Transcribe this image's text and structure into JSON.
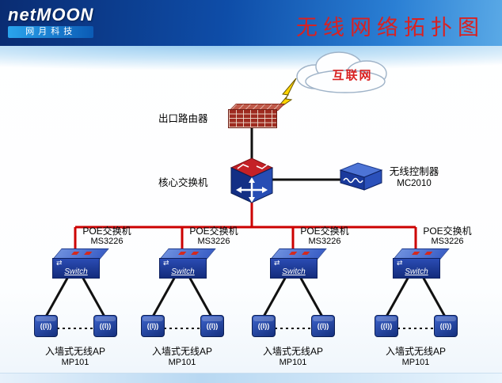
{
  "header": {
    "logo_text": "netMOON",
    "logo_subtext": "网月科技",
    "title": "无线网络拓扑图"
  },
  "diagram": {
    "internet_label": "互联网",
    "router_label": "出口路由器",
    "core_switch_label": "核心交换机",
    "controller_label": "无线控制器",
    "controller_model": "MC2010",
    "switch_face_text": "Switch",
    "switch_arrows": "⇄",
    "ap_glyph": "((l))"
  },
  "groups": [
    {
      "switch_label": "POE交换机",
      "switch_model": "MS3226",
      "ap_label": "入墙式无线AP",
      "ap_model": "MP101"
    },
    {
      "switch_label": "POE交换机",
      "switch_model": "MS3226",
      "ap_label": "入墙式无线AP",
      "ap_model": "MP101"
    },
    {
      "switch_label": "POE交换机",
      "switch_model": "MS3226",
      "ap_label": "入墙式无线AP",
      "ap_model": "MP101"
    },
    {
      "switch_label": "POE交换机",
      "switch_model": "MS3226",
      "ap_label": "入墙式无线AP",
      "ap_model": "MP101"
    }
  ],
  "colors": {
    "title-color": "#d92121",
    "bus-color": "#cc0000",
    "line-color": "#111111"
  }
}
